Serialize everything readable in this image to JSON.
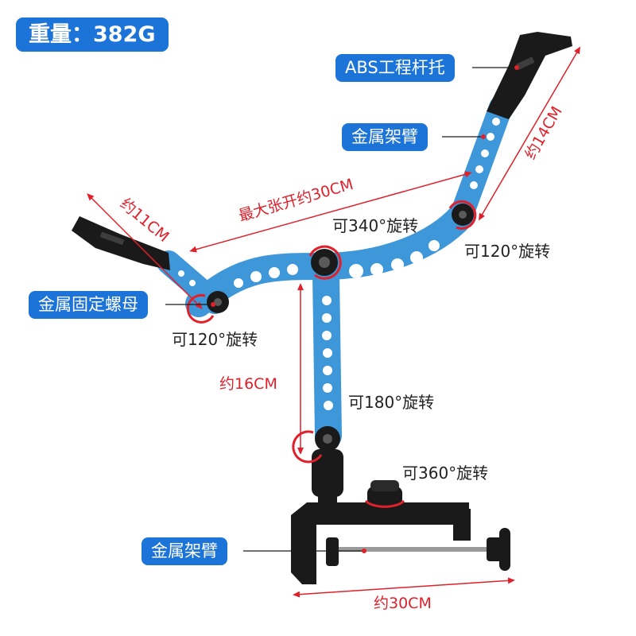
{
  "weight_badge": "重量：382G",
  "callouts": {
    "rod_holder": "ABS工程杆托",
    "arm_top": "金属架臂",
    "fixing_nut": "金属固定螺母",
    "arm_bottom": "金属架臂"
  },
  "rotations": {
    "center_knob": "可340°旋转",
    "right_knob": "可120°旋转",
    "left_knob": "可120°旋转",
    "lower_knob": "可180°旋转",
    "clamp_knob": "可360°旋转"
  },
  "dimensions": {
    "max_span": "最大张开约30CM",
    "left_arm": "约11CM",
    "right_arm": "约14CM",
    "vertical_arm": "约16CM",
    "clamp_width": "约30CM"
  },
  "colors": {
    "badge_blue": "#1c74d8",
    "arm_blue": "#3d97d8",
    "dimension_red": "#e0202a",
    "knob_black": "#1a1a1a"
  }
}
